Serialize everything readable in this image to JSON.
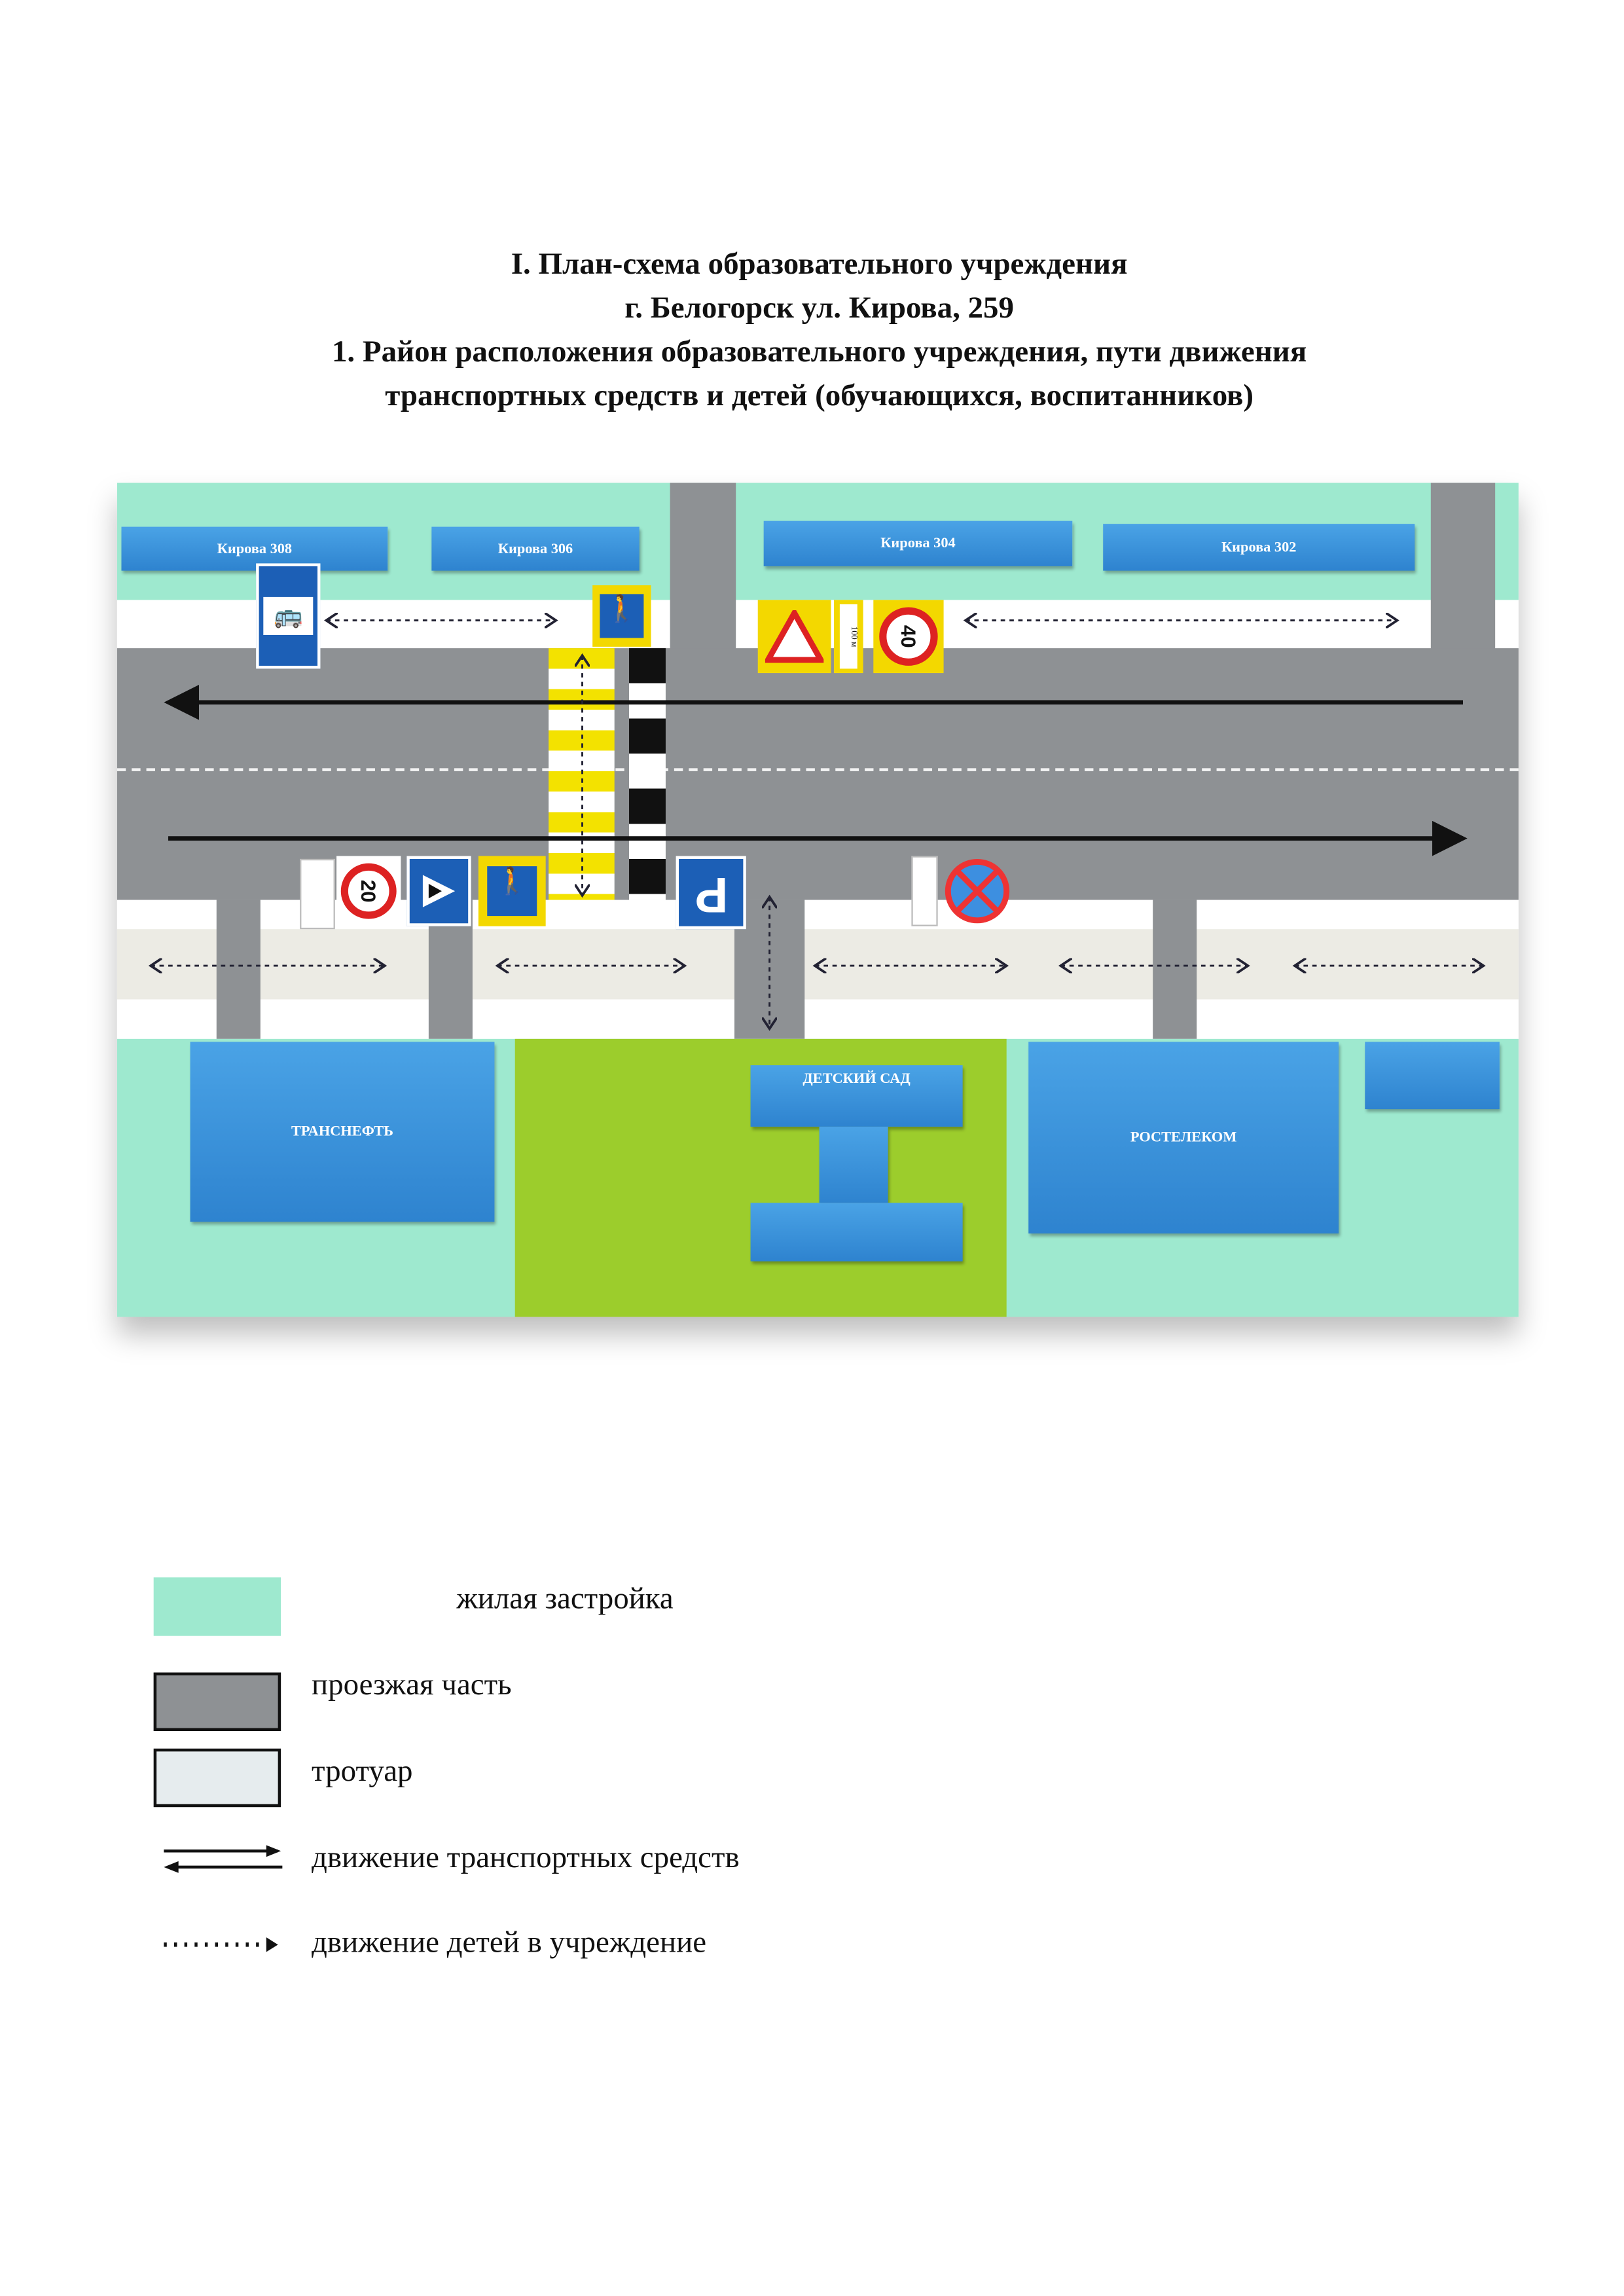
{
  "title": {
    "line1": "I. План-схема образовательного учреждения",
    "line2": "г. Белогорск ул. Кирова, 259",
    "line3": "1. Район расположения образовательного учреждения, пути движения",
    "line4": "транспортных средств и детей (обучающихся, воспитанников)"
  },
  "map": {
    "top_buildings": [
      "Кирова 308",
      "Кирова 306",
      "Кирова 304",
      "Кирова 302"
    ],
    "bottom_buildings": {
      "transneft": "ТРАНСНЕФТЬ",
      "kindergarten": "ДЕТСКИЙ САД",
      "rostelecom": "РОСТЕЛЕКОМ"
    },
    "signs": {
      "speed_40": "40",
      "speed_20": "20",
      "parking": "P",
      "distance_plate": "100 м"
    }
  },
  "legend": [
    {
      "label": "жилая застройка",
      "color": "#9ee9cf"
    },
    {
      "label": "проезжая часть",
      "color": "#8e9194"
    },
    {
      "label": "тротуар",
      "color": "#e6ecee"
    },
    {
      "label": "движение транспортных средств"
    },
    {
      "label": "движение детей в учреждение"
    }
  ]
}
